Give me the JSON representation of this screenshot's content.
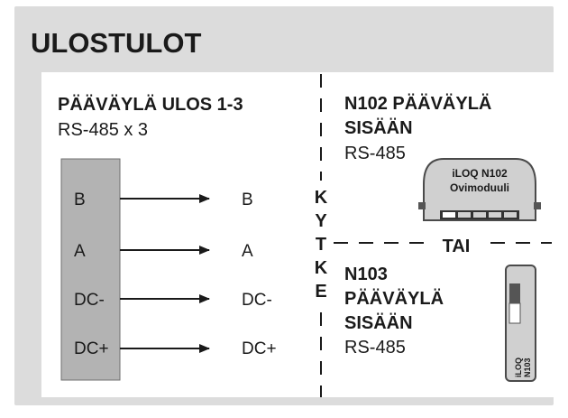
{
  "title": "ULOSTULOT",
  "left": {
    "heading": "PÄÄVÄYLÄ ULOS 1-3",
    "sub": "RS-485 x 3",
    "pins": [
      {
        "in": "B",
        "out": "B"
      },
      {
        "in": "A",
        "out": "A"
      },
      {
        "in": "DC-",
        "out": "DC-"
      },
      {
        "in": "DC+",
        "out": "DC+"
      }
    ]
  },
  "connect_letters": [
    "K",
    "Y",
    "T",
    "K",
    "E"
  ],
  "or_label": "TAI",
  "n102": {
    "title_line1": "N102 PÄÄVÄYLÄ",
    "title_line2": "SISÄÄN",
    "sub": "RS-485",
    "module_line1": "iLOQ N102",
    "module_line2": "Ovimoduuli"
  },
  "n103": {
    "title_line1": "N103",
    "title_line2": "PÄÄVÄYLÄ",
    "title_line3": "SISÄÄN",
    "sub": "RS-485",
    "module_label_line1": "iLOQ",
    "module_label_line2": "N103"
  },
  "colors": {
    "frame": "#dcdcdc",
    "panel": "#ffffff",
    "block": "#b3b3b3",
    "line": "#1a1a1a",
    "device": "#d0d0d0"
  }
}
